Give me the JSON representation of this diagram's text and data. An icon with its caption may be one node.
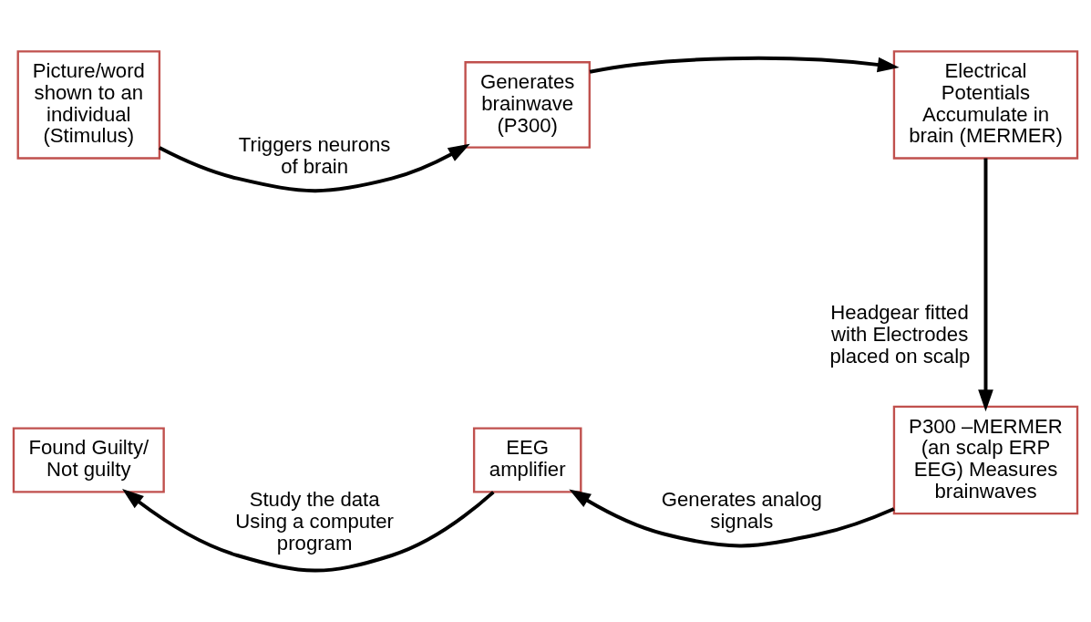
{
  "diagram": {
    "nodes": [
      {
        "text": [
          "Picture/word shown to an individual (Stimulus)"
        ]
      },
      {
        "text": [
          "Generates brainwave (P300)"
        ]
      },
      {
        "text": [
          "Electrical Potentials Accumulate in brain (MERMER)"
        ]
      },
      {
        "text": [
          "P300 –MERMER (an scalp ERP EEG) Measures brainwaves"
        ]
      },
      {
        "text": [
          "EEG amplifier"
        ]
      },
      {
        "text": [
          "Found Guilty/ Not guilty"
        ]
      }
    ],
    "edges": [
      {
        "from": 0,
        "to": 1,
        "arrow": "to",
        "label": "Triggers neurons of brain"
      },
      {
        "from": 1,
        "to": 2,
        "arrow": "to"
      },
      {
        "from": 2,
        "to": 3,
        "arrow": "to",
        "label": "Headgear fitted with Electrodes placed on scalp"
      },
      {
        "from": 3,
        "to": 4,
        "arrow": "to",
        "label": "Generates analog signals"
      },
      {
        "from": 4,
        "to": 5,
        "arrow": "to",
        "label": "Study the data Using a computer program"
      }
    ]
  }
}
